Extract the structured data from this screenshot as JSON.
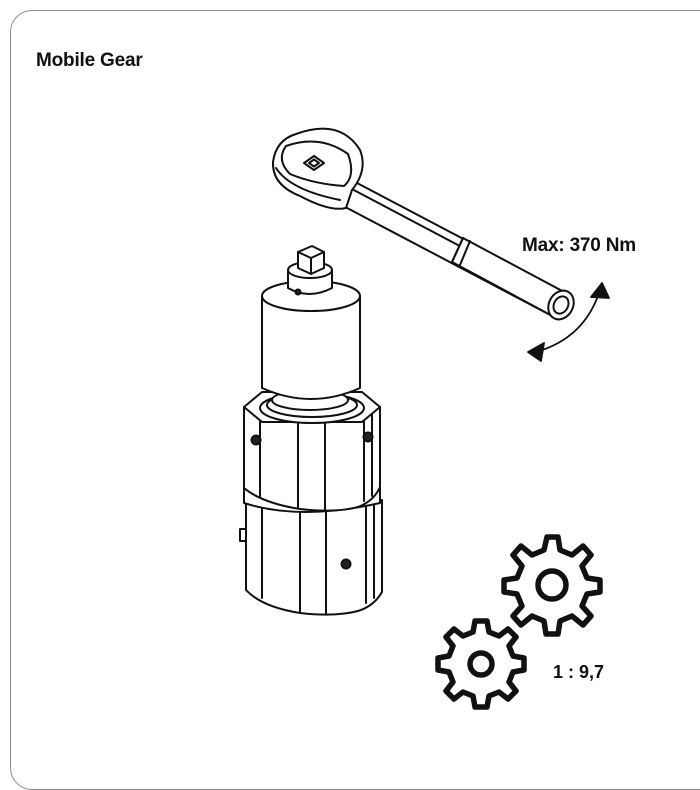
{
  "header": {
    "title": "Mobile Gear"
  },
  "torque": {
    "label": "Max: 370 Nm"
  },
  "gear": {
    "ratio": "1 : 9,7"
  },
  "icons": {
    "wrench": "ratchet-wrench-icon",
    "rotation": "rotation-arrow-icon",
    "gearbox": "gearbox-icon",
    "gears": "gears-icon"
  }
}
